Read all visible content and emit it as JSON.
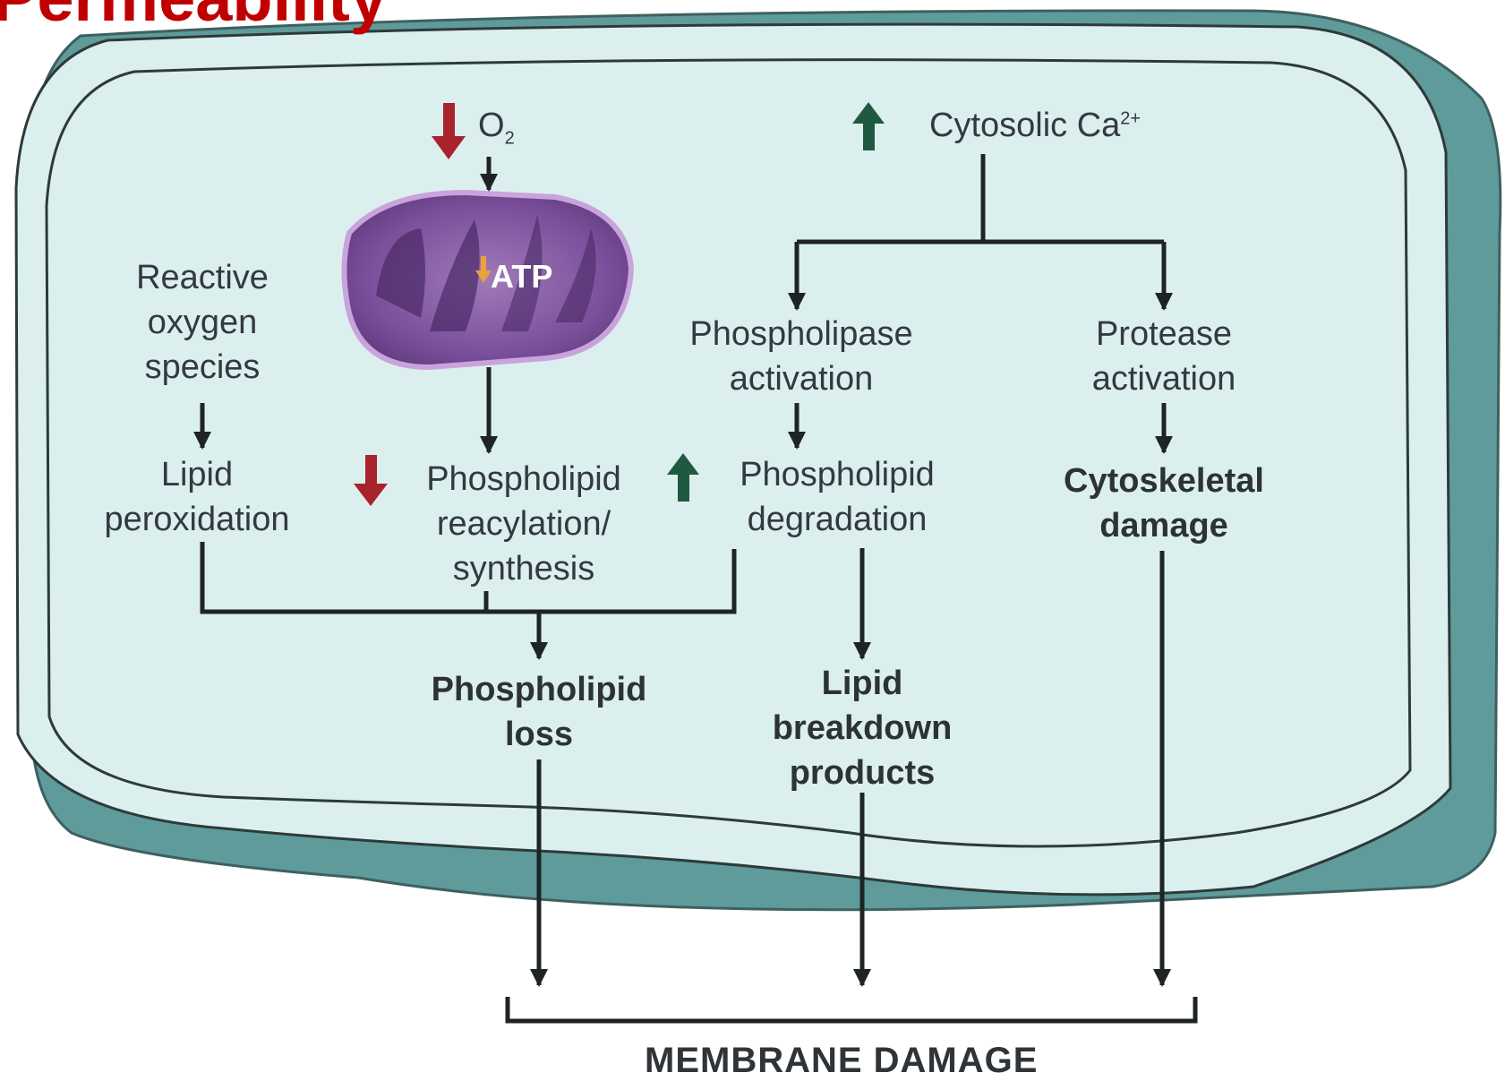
{
  "title_fragment": "Permeability",
  "colors": {
    "cell_fill": "#dcefef",
    "cell_outer_shadow": "#5f9b9b",
    "arrow_decrease": "#a8232c",
    "arrow_increase": "#1f5a40",
    "mitochondrion": "#8a52a6",
    "title_red": "#c00000",
    "text": "#333a3f"
  },
  "inputs": {
    "oxygen": {
      "label": "O",
      "subscript": "2",
      "direction": "down"
    },
    "calcium": {
      "label": "Cytosolic Ca",
      "superscript": "2+",
      "direction": "up"
    }
  },
  "mitochondrion": {
    "label": "ATP",
    "direction": "down"
  },
  "nodes": {
    "ros": [
      "Reactive",
      "oxygen",
      "species"
    ],
    "lipid_peroxidation": [
      "Lipid",
      "peroxidation"
    ],
    "reacylation": {
      "lines": [
        "Phospholipid",
        "reacylation/",
        "synthesis"
      ],
      "direction": "down"
    },
    "phospholipase": [
      "Phospholipase",
      "activation"
    ],
    "phospholipid_degradation": {
      "lines": [
        "Phospholipid",
        "degradation"
      ],
      "direction": "up"
    },
    "protease": [
      "Protease",
      "activation"
    ],
    "cytoskeletal": [
      "Cytoskeletal",
      "damage"
    ],
    "phospholipid_loss": [
      "Phospholipid",
      "loss"
    ],
    "lipid_breakdown": [
      "Lipid",
      "breakdown",
      "products"
    ]
  },
  "outcome": "MEMBRANE DAMAGE"
}
